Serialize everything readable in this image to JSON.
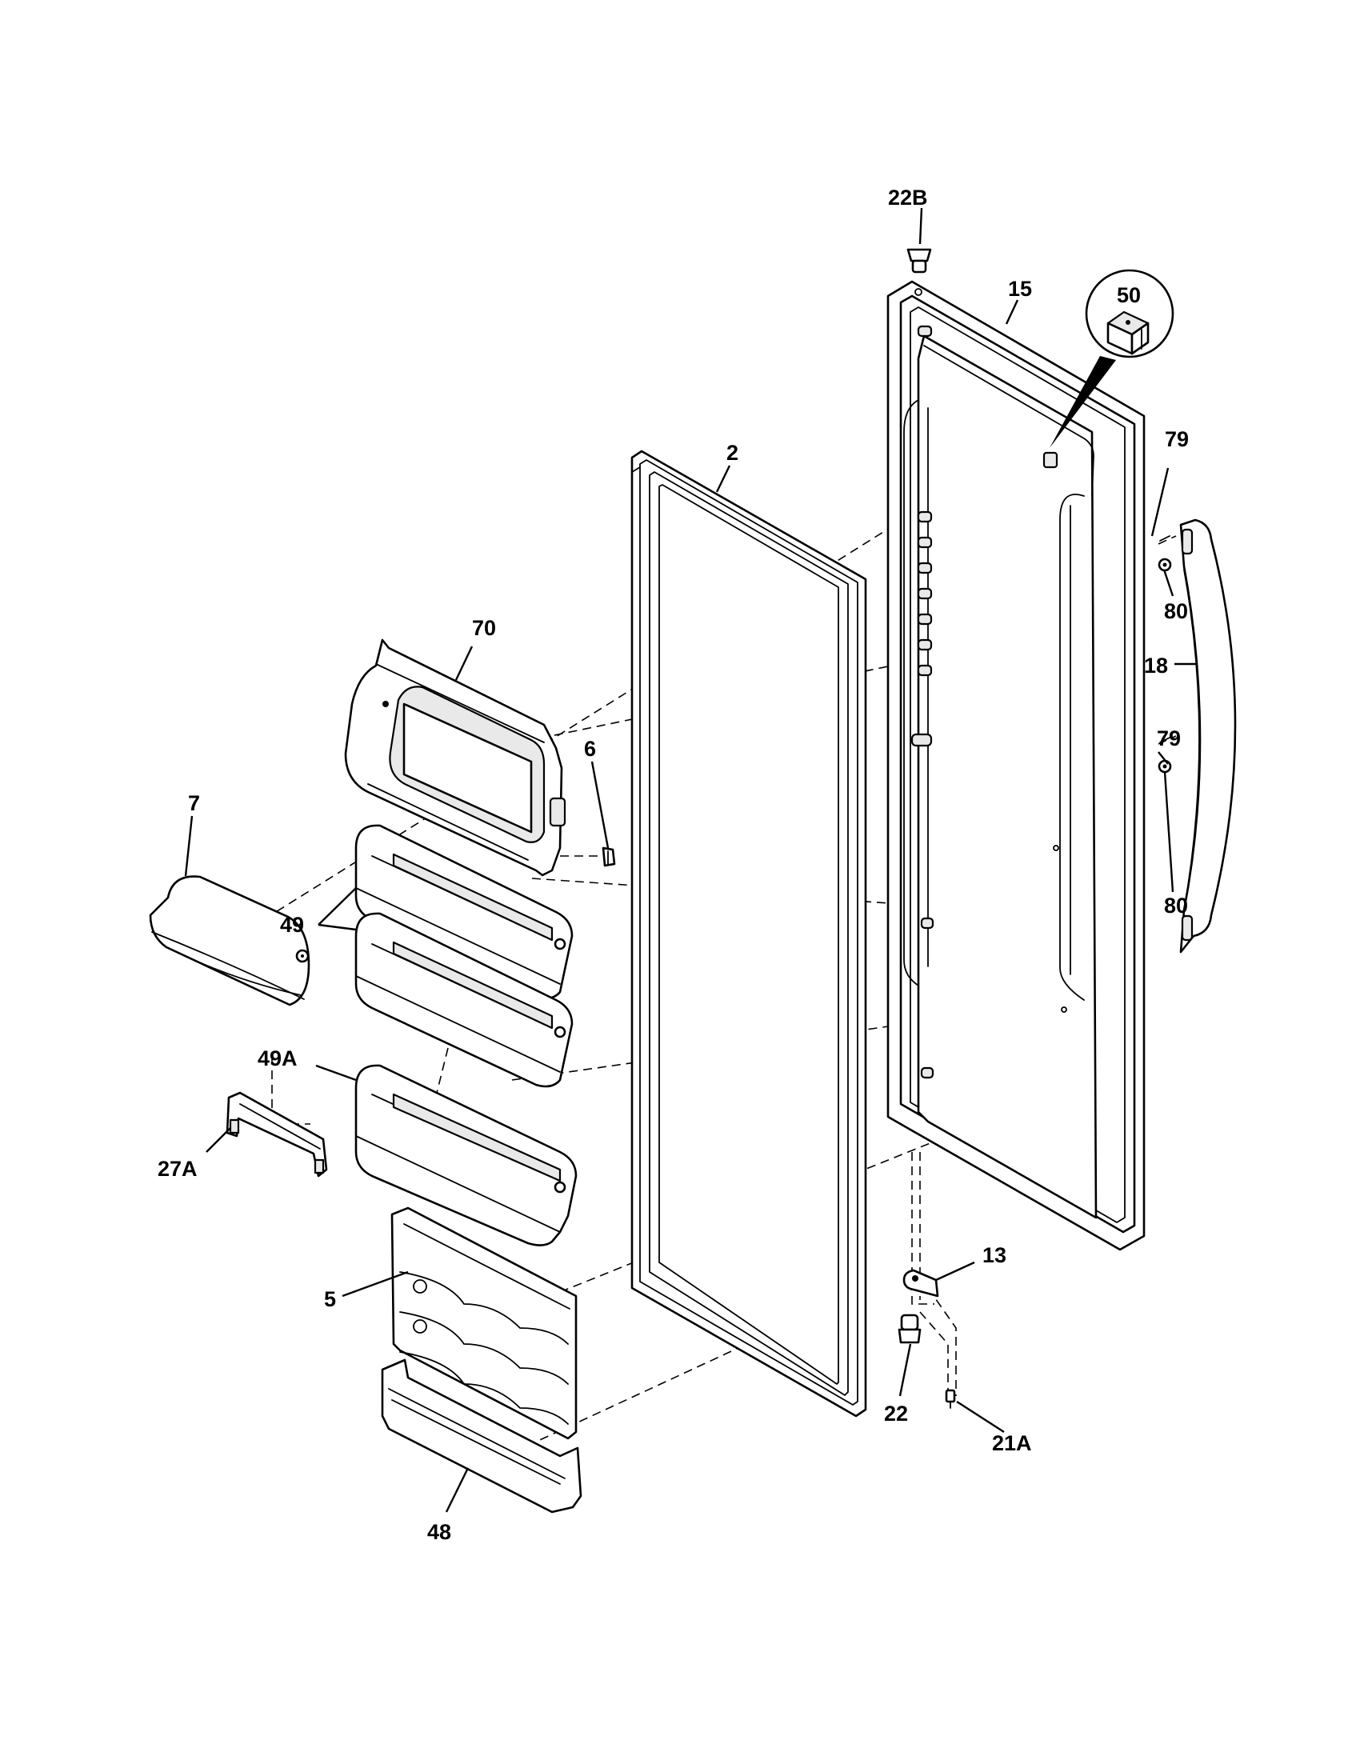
{
  "diagram": {
    "callouts": {
      "c22B": "22B",
      "c15": "15",
      "c50": "50",
      "c2": "2",
      "c79a": "79",
      "c80a": "80",
      "c18": "18",
      "c79b": "79",
      "c80b": "80",
      "c70": "70",
      "c6": "6",
      "c7": "7",
      "c49": "49",
      "c49A": "49A",
      "c27A": "27A",
      "c5": "5",
      "c48": "48",
      "c13": "13",
      "c22": "22",
      "c21A": "21A"
    }
  }
}
